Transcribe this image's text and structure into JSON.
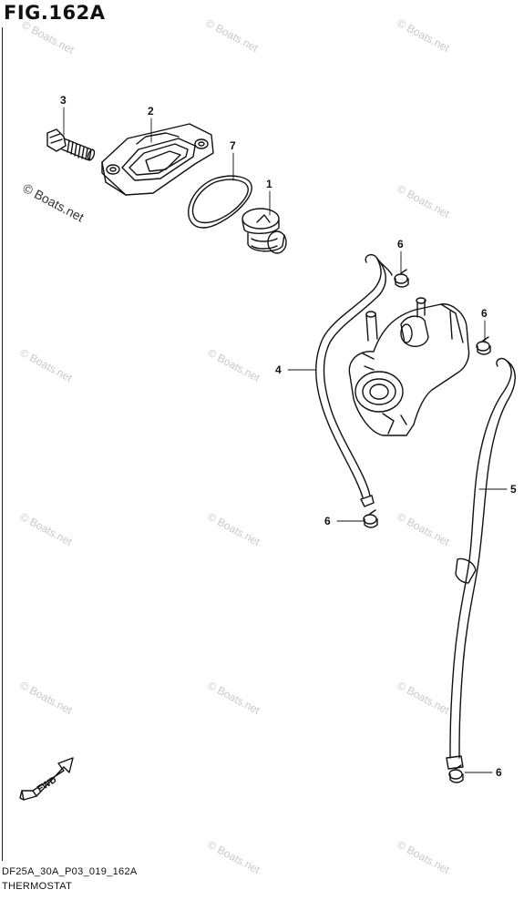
{
  "header": {
    "title": "FIG.162A"
  },
  "footer": {
    "code": "DF25A_30A_P03_019_162A",
    "name": "THERMOSTAT"
  },
  "watermark": {
    "text": "© Boats.net"
  },
  "copyright": {
    "text": "© Boats.net"
  },
  "arrow": {
    "label": "FWD"
  },
  "callouts": {
    "c1": "1",
    "c2": "2",
    "c3": "3",
    "c4": "4",
    "c5": "5",
    "c6a": "6",
    "c6b": "6",
    "c6c": "6",
    "c6d": "6",
    "c7": "7"
  }
}
